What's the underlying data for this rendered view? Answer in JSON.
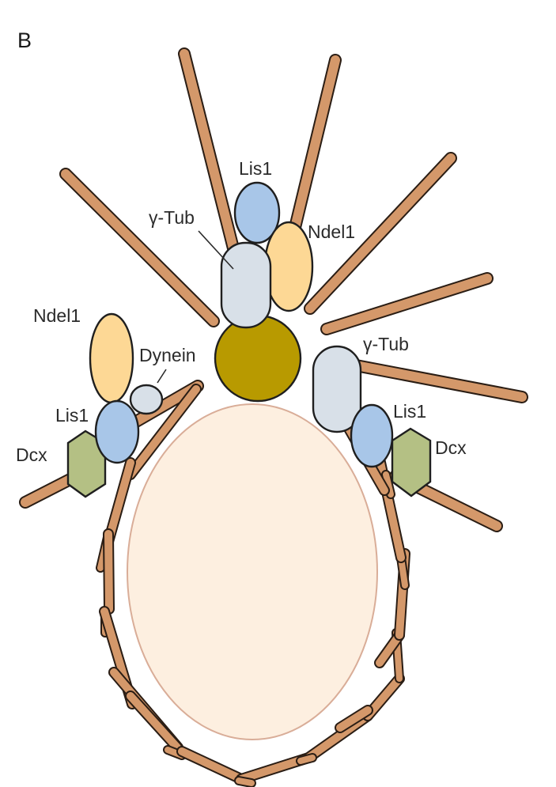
{
  "figure": {
    "panel_label": "B",
    "title": "Centrosome and microtubule cage around nucleus with Lis1, Ndel1, Dynein, Dcx and gamma-Tubulin"
  },
  "colors": {
    "microtubule": "#d4986a",
    "microtubule_outline": "#2a1d14",
    "centrosome": "#b89a00",
    "nucleus_fill": "#fdefe0",
    "nucleus_outline": "#d9ad98",
    "lis1": "#a8c6e8",
    "ndel1": "#fdd895",
    "gamma_tub": "#d8e0e8",
    "dynein": "#d8e0e8",
    "dcx": "#b4c084"
  },
  "labels": {
    "lis1_top": "Lis1",
    "gamma_tub_top": "γ-Tub",
    "ndel1_top": "Ndel1",
    "ndel1_left": "Ndel1",
    "dynein_left": "Dynein",
    "lis1_left": "Lis1",
    "dcx_left": "Dcx",
    "gamma_tub_right": "γ-Tub",
    "lis1_right": "Lis1",
    "dcx_right": "Dcx"
  }
}
